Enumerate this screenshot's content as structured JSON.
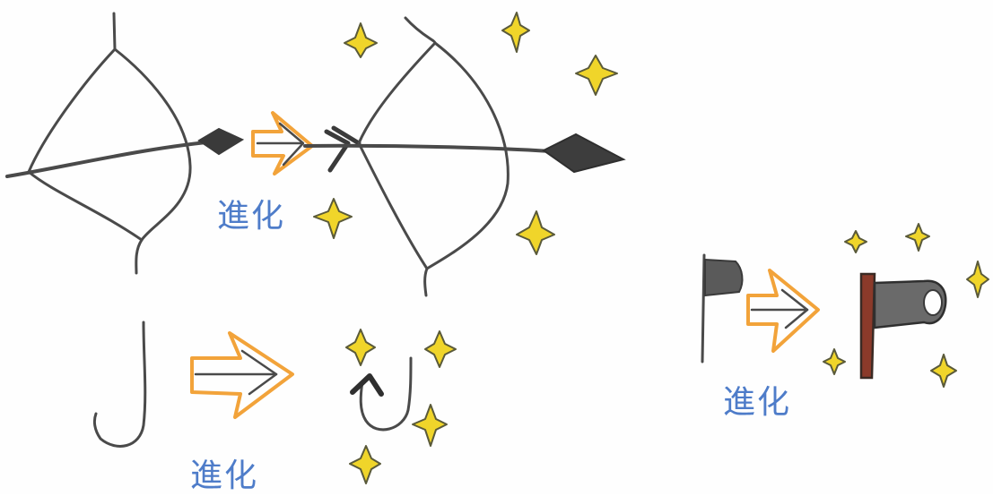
{
  "sketch": {
    "evolve_label_bow": "進化",
    "evolve_label_hook": "進化",
    "evolve_label_axe": "進化"
  },
  "colors": {
    "pencil": "#4a4a4a",
    "arrow_orange": "#f2a33a",
    "sparkle_yellow": "#f0d52a",
    "sparkle_outline": "#5a5a3a",
    "label_blue": "#3b6fc4",
    "handle_red": "#8b3a2a"
  }
}
